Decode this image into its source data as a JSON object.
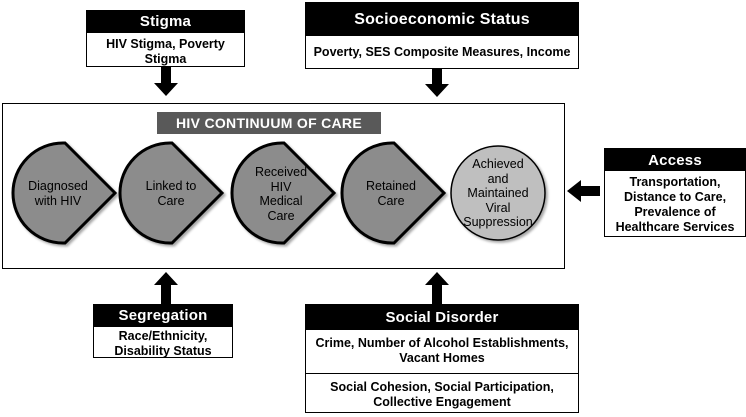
{
  "stigma": {
    "title": "Stigma",
    "body": "HIV Stigma, Poverty Stigma"
  },
  "ses": {
    "title": "Socioeconomic Status",
    "body": "Poverty, SES Composite Measures, Income"
  },
  "access": {
    "title": "Access",
    "lines": [
      "Transportation,",
      "Distance to Care,",
      "Prevalence of",
      "Healthcare Services"
    ]
  },
  "segregation": {
    "title": "Segregation",
    "lines": [
      "Race/Ethnicity,",
      "Disability Status"
    ]
  },
  "social_disorder": {
    "title": "Social Disorder",
    "group1": [
      "Crime, Number of Alcohol Establishments,",
      "Vacant Homes"
    ],
    "group2": [
      "Social Cohesion, Social Participation,",
      "Collective Engagement"
    ]
  },
  "continuum": {
    "title": "HIV CONTINUUM OF CARE",
    "stages": [
      {
        "lines": [
          "Diagnosed",
          "with HIV"
        ]
      },
      {
        "lines": [
          "Linked to",
          "Care"
        ]
      },
      {
        "lines": [
          "Received",
          "HIV",
          "Medical",
          "Care"
        ]
      },
      {
        "lines": [
          "Retained",
          "Care"
        ]
      },
      {
        "lines": [
          "Achieved",
          "and",
          "Maintained",
          "Viral",
          "Suppression"
        ]
      }
    ]
  },
  "colors": {
    "header": "#000000",
    "title_bar": "#595959",
    "stage_fill": "#8c8c8c",
    "final_stage_fill": "#bfbfbf"
  }
}
